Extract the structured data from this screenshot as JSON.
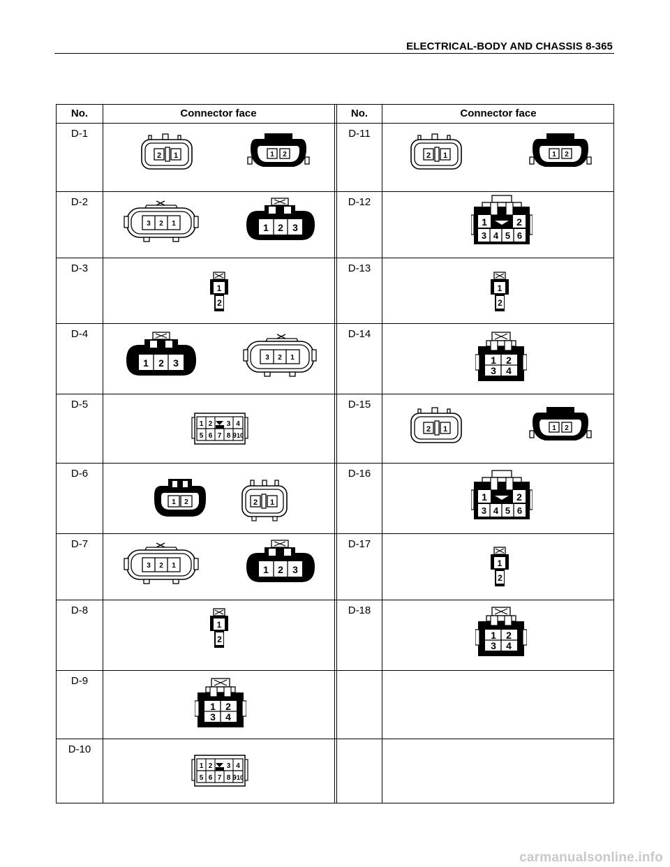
{
  "header": {
    "title": "ELECTRICAL-BODY AND CHASSIS  8-365"
  },
  "table": {
    "col_no": "No.",
    "col_face": "Connector face",
    "left": [
      "D-1",
      "D-2",
      "D-3",
      "D-4",
      "D-5",
      "D-6",
      "D-7",
      "D-8",
      "D-9",
      "D-10"
    ],
    "right": [
      "D-11",
      "D-12",
      "D-13",
      "D-14",
      "D-15",
      "D-16",
      "D-17",
      "D-18",
      "",
      ""
    ]
  },
  "pins": {
    "p1": "1",
    "p2": "2",
    "p3": "3",
    "p4": "4",
    "p5": "5",
    "p6": "6",
    "p7": "7",
    "p8": "8",
    "p9": "9",
    "p10": "10"
  },
  "footer": {
    "watermark": "carmanualsonline.info"
  }
}
